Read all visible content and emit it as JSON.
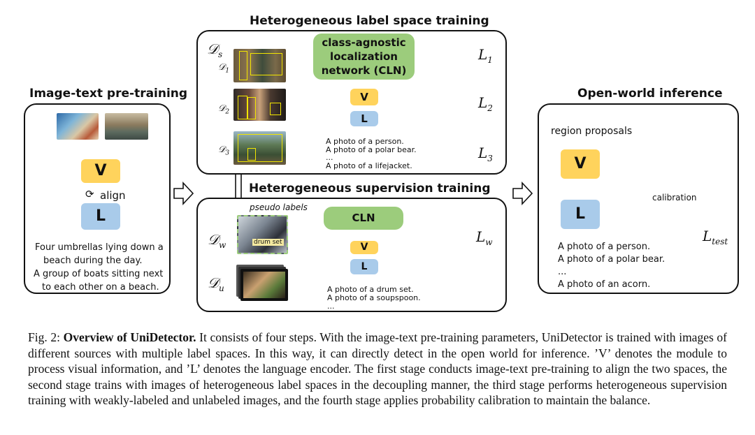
{
  "sections": {
    "pretrain": {
      "title": "Image-text pre-training",
      "v": "V",
      "l": "L",
      "align": "align",
      "captions": [
        "Four umbrellas lying down a",
        "beach during the day.",
        "A group of boats sitting next",
        "to each other on a beach."
      ]
    },
    "hetero_label": {
      "title": "Heterogeneous label space training",
      "ds": "𝒟",
      "ds_sub": "s",
      "d1": "𝒟",
      "d1_sub": "1",
      "d2": "𝒟",
      "d2_sub": "2",
      "d3": "𝒟",
      "d3_sub": "3",
      "cln_lines": [
        "class-agnostic",
        "localization",
        "network (CLN)"
      ],
      "v": "V",
      "l": "L",
      "prompts": [
        "A photo of a person.",
        "A photo of a polar bear.",
        "...",
        "A photo of a lifejacket."
      ],
      "L1": "L",
      "L1_sub": "1",
      "L2": "L",
      "L2_sub": "2",
      "L3": "L",
      "L3_sub": "3"
    },
    "hetero_sup": {
      "title": "Heterogeneous supervision training",
      "pseudo": "pseudo labels",
      "dw": "𝒟",
      "dw_sub": "w",
      "du": "𝒟",
      "du_sub": "u",
      "drumset": "drum set",
      "cln": "CLN",
      "v": "V",
      "l": "L",
      "prompts": [
        "A photo of a drum set.",
        "A photo of a soupspoon.",
        "..."
      ],
      "Lw": "L",
      "Lw_sub": "w"
    },
    "openworld": {
      "title": "Open-world inference",
      "region": "region proposals",
      "v": "V",
      "l": "L",
      "calibration": "calibration",
      "prompts": [
        "A photo of a person.",
        "A photo of a polar bear.",
        "...",
        "A photo of an acorn."
      ],
      "Ltest": "L",
      "Ltest_sub": "test"
    }
  },
  "caption": {
    "prefix": "Fig. 2: ",
    "bold": "Overview of UniDetector.",
    "body": " It consists of four steps. With the image-text pre-training parameters, UniDetector is trained with images of different sources with multiple label spaces. In this way, it can directly detect in the open world for inference. ’V’ denotes the module to process visual information, and ’L’ denotes the language encoder. The first stage conducts image-text pre-training to align the two spaces, the second stage trains with images of heterogeneous label spaces in the decoupling manner, the third stage performs heterogeneous supervision training with weakly-labeled and unlabeled images, and the fourth stage applies probability calibration to maintain the balance."
  },
  "colors": {
    "v_box": "#ffd35c",
    "l_box": "#a9cbea",
    "cln_box": "#9ccc7c",
    "bar_blue": "#6f95d9",
    "bar_orange": "#f4ab86",
    "detect_box": "#f2e600"
  },
  "icons": [
    "refresh-icon"
  ]
}
